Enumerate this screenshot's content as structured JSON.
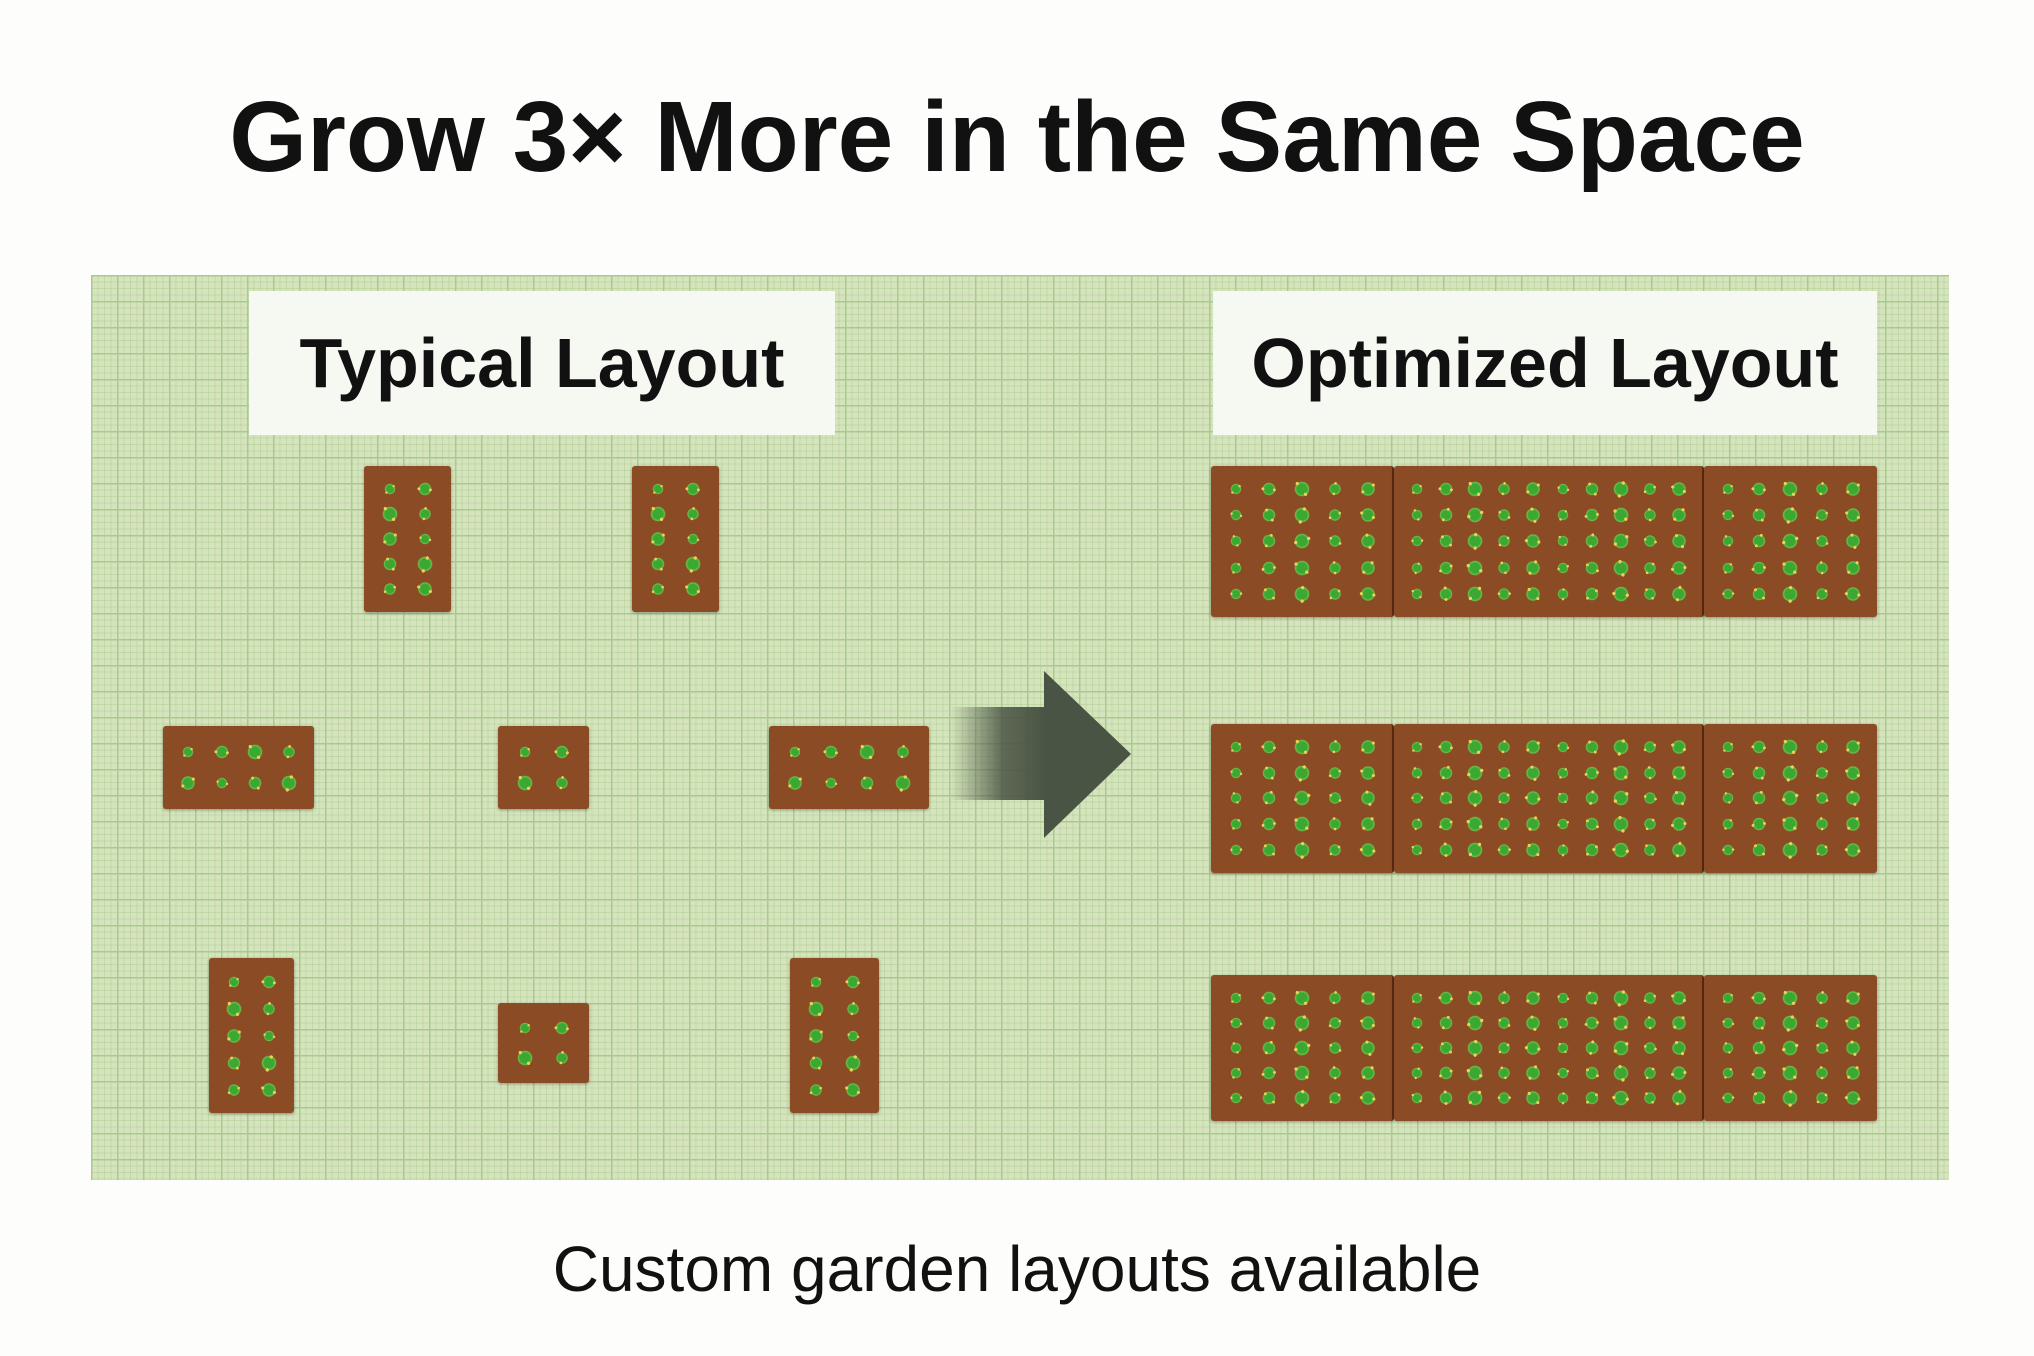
{
  "title": "Grow 3× More in the Same Space",
  "subtitle": "Custom garden layouts available",
  "labels": {
    "typical": "Typical Layout",
    "optimized": "Optimized Layout"
  },
  "icons": {
    "arrow": "arrow-right-icon"
  },
  "colors": {
    "soil": "#8b4b24",
    "grass": "#d5e4bd",
    "plant": "#3aa832"
  },
  "typical_beds": [
    {
      "cols": 2,
      "rows": 5
    },
    {
      "cols": 2,
      "rows": 5
    },
    {
      "cols": 4,
      "rows": 2
    },
    {
      "cols": 2,
      "rows": 2
    },
    {
      "cols": 4,
      "rows": 2
    },
    {
      "cols": 2,
      "rows": 5
    },
    {
      "cols": 2,
      "rows": 2
    },
    {
      "cols": 2,
      "rows": 5
    }
  ],
  "optimized_rows": [
    {
      "segments": [
        {
          "cols": 5,
          "rows": 5
        },
        {
          "cols": 10,
          "rows": 5
        },
        {
          "cols": 5,
          "rows": 5
        }
      ]
    },
    {
      "segments": [
        {
          "cols": 5,
          "rows": 5
        },
        {
          "cols": 10,
          "rows": 5
        },
        {
          "cols": 5,
          "rows": 5
        }
      ]
    },
    {
      "segments": [
        {
          "cols": 5,
          "rows": 5
        },
        {
          "cols": 10,
          "rows": 5
        },
        {
          "cols": 5,
          "rows": 5
        }
      ]
    }
  ]
}
